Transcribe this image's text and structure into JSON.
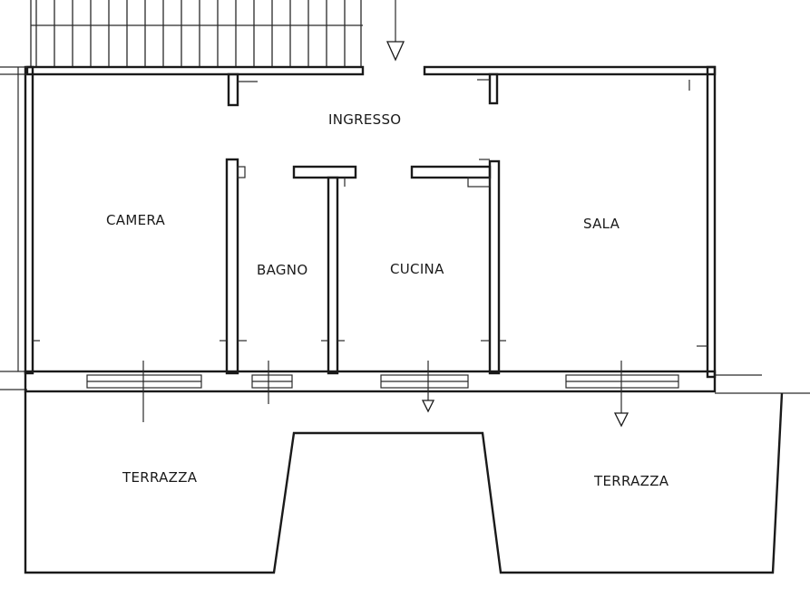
{
  "floor_plan": {
    "rooms": {
      "ingresso": "INGRESSO",
      "camera": "CAMERA",
      "bagno": "BAGNO",
      "cucina": "CUCINA",
      "sala": "SALA",
      "terrazza_left": "TERRAZZA",
      "terrazza_right": "TERRAZZA"
    }
  }
}
